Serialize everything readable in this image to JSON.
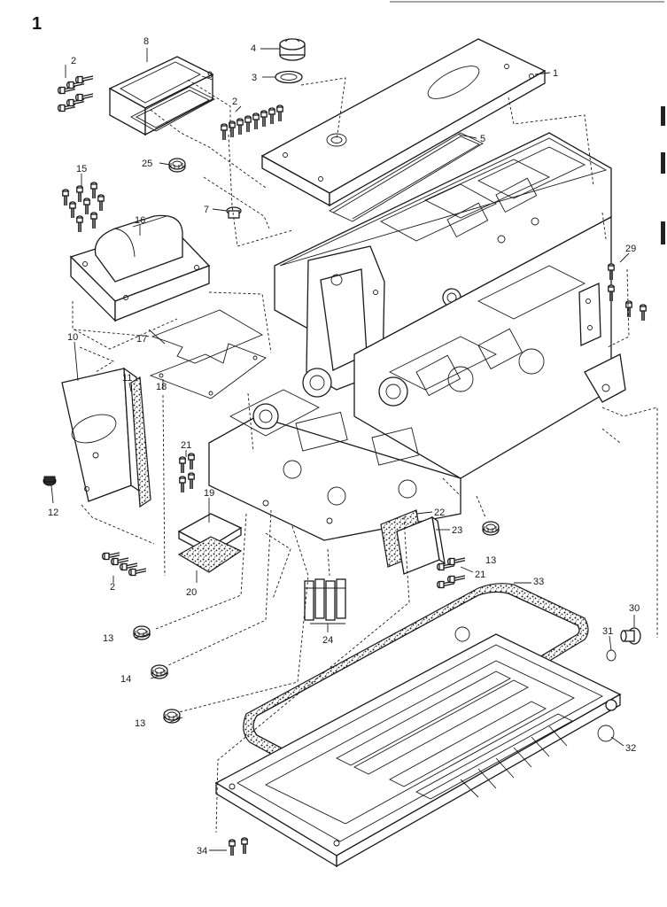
{
  "page_number": "1",
  "callouts": [
    {
      "n": "1"
    },
    {
      "n": "2"
    },
    {
      "n": "2"
    },
    {
      "n": "2"
    },
    {
      "n": "3"
    },
    {
      "n": "4"
    },
    {
      "n": "5"
    },
    {
      "n": "7"
    },
    {
      "n": "8"
    },
    {
      "n": "9"
    },
    {
      "n": "10"
    },
    {
      "n": "11"
    },
    {
      "n": "12"
    },
    {
      "n": "13"
    },
    {
      "n": "13"
    },
    {
      "n": "13"
    },
    {
      "n": "14"
    },
    {
      "n": "15"
    },
    {
      "n": "16"
    },
    {
      "n": "17"
    },
    {
      "n": "18"
    },
    {
      "n": "19"
    },
    {
      "n": "20"
    },
    {
      "n": "21"
    },
    {
      "n": "21"
    },
    {
      "n": "22"
    },
    {
      "n": "23"
    },
    {
      "n": "24"
    },
    {
      "n": "25"
    },
    {
      "n": "29"
    },
    {
      "n": "30"
    },
    {
      "n": "31"
    },
    {
      "n": "32"
    },
    {
      "n": "33"
    },
    {
      "n": "34"
    }
  ]
}
